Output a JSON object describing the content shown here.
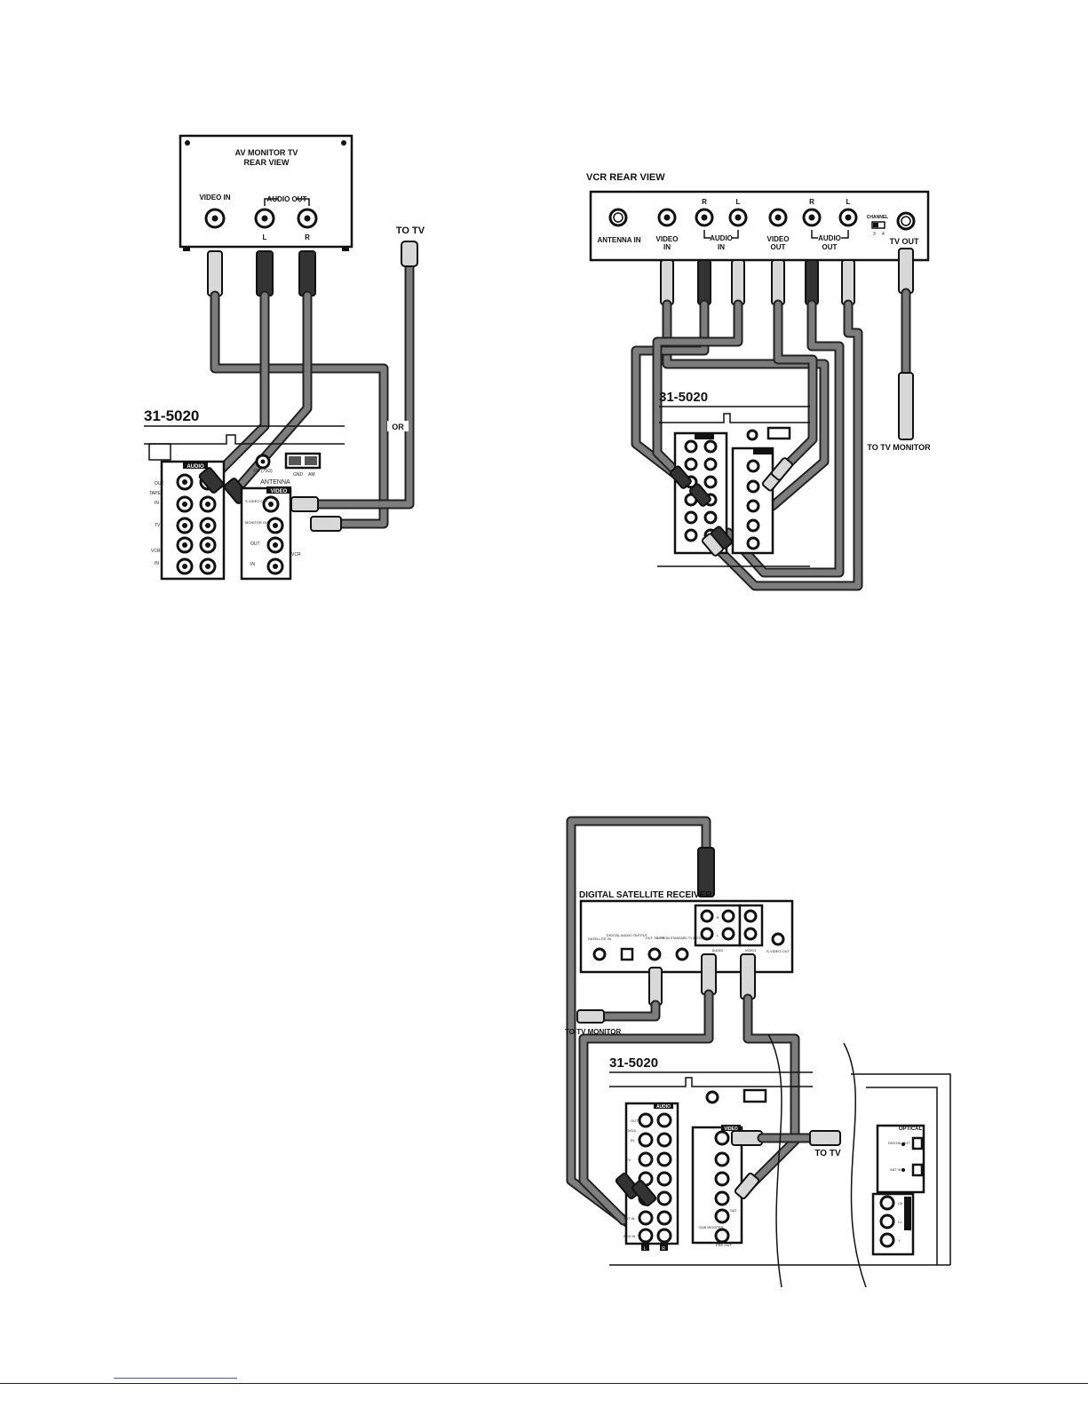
{
  "diagram1": {
    "monitor_title": "AV MONITOR TV",
    "monitor_subtitle": "REAR VIEW",
    "video_in": "VIDEO IN",
    "audio_out": "AUDIO OUT",
    "left": "L",
    "right": "R",
    "to_tv": "TO TV",
    "or": "OR",
    "model": "31-5020",
    "receiver": {
      "audio": "AUDIO",
      "tape": "TAPE",
      "out": "OUT",
      "in": "IN",
      "tv": "TV",
      "vcr": "VCR",
      "antenna": "ANTENNA",
      "fm": "FM (75Ω)",
      "gnd": "GND",
      "am": "AM",
      "video": "VIDEO",
      "svideo_out": "S-VIDEO OUT",
      "monitor_out": "MONITOR OUT"
    }
  },
  "diagram2": {
    "title": "VCR REAR VIEW",
    "antenna_in": "ANTENNA IN",
    "video_in_1": "VIDEO",
    "video_in_2": "IN",
    "r": "R",
    "l": "L",
    "audio_in_1": "AUDIO",
    "audio_in_2": "IN",
    "video_out_1": "VIDEO",
    "video_out_2": "OUT",
    "audio_out_1": "AUDIO",
    "audio_out_2": "OUT",
    "channel": "CHANNEL",
    "ch3": "3",
    "ch4": "4",
    "tv_out": "TV OUT",
    "to_tv_monitor": "TO TV MONITOR",
    "model": "31-5020"
  },
  "diagram3": {
    "title": "DIGITAL SATELLITE RECEIVER",
    "satellite_in": "SATELLITE IN",
    "digital_audio_output": "DIGITAL AUDIO OUTPUT",
    "out_to_tv": "OUT TO TV",
    "in_from_antenna": "IN FROM STANDARD TV ANTENNA",
    "audio": "AUDIO",
    "video": "VIDEO",
    "svideo_out": "S-VIDEO OUT",
    "r": "R",
    "l": "L",
    "to_tv_monitor": "TO TV MONITOR",
    "model": "31-5020",
    "to_tv": "TO TV",
    "optical": "OPTICAL",
    "digital_out": "DIGITAL OUT",
    "sat_in": "SAT IN",
    "cb": "Cb",
    "cr": "Cr",
    "y": "Y",
    "receiver": {
      "audio": "AUDIO",
      "out": "OUT",
      "dvd": "DVD/L",
      "in": "IN",
      "tv": "TV",
      "sat_in": "SAT IN",
      "aux_in": "AUX IN",
      "sub_woofer": "SUB WOOFER",
      "pre_out": "PRE-OUT",
      "sat": "SAT",
      "left_mark": "L",
      "right_mark": "R"
    }
  }
}
